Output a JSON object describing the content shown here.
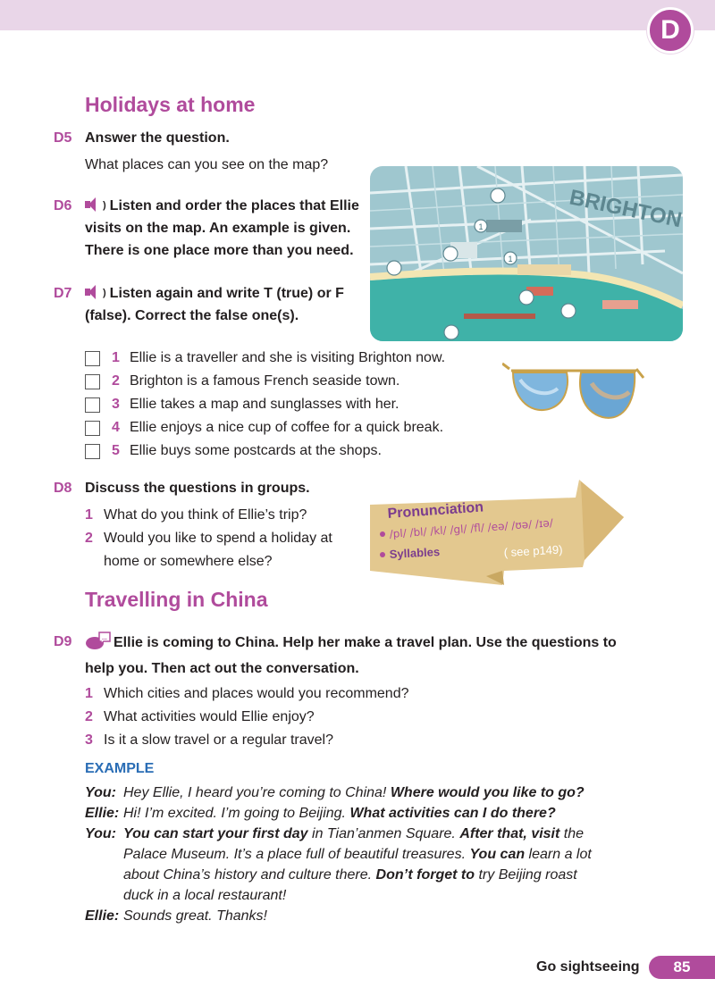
{
  "header": {
    "badge": "D"
  },
  "section1": {
    "title": "Holidays at home"
  },
  "d5": {
    "id": "D5",
    "instruction": "Answer the question.",
    "question": "What places can you see on the map?"
  },
  "d6": {
    "id": "D6",
    "line1": "Listen and order the places that Ellie",
    "line2": "visits on the map. An example is given.",
    "line3": "There is one place more than you need."
  },
  "d7": {
    "id": "D7",
    "line1": "Listen again and write T (true) or F",
    "line2": "(false). Correct the false one(s).",
    "statements": [
      {
        "n": "1",
        "text": "Ellie is a traveller and she is visiting Brighton now."
      },
      {
        "n": "2",
        "text": "Brighton is a famous French seaside town."
      },
      {
        "n": "3",
        "text": "Ellie takes a map and sunglasses with her."
      },
      {
        "n": "4",
        "text": "Ellie enjoys a nice cup of coffee for a quick break."
      },
      {
        "n": "5",
        "text": "Ellie buys some postcards at the shops."
      }
    ]
  },
  "map": {
    "label": "BRIGHTON",
    "marker": "1"
  },
  "d8": {
    "id": "D8",
    "instruction": "Discuss the questions in groups.",
    "q1": "What do you think of Ellie’s trip?",
    "q2a": "Would you like to spend a holiday at",
    "q2b": "home or somewhere else?"
  },
  "pronunciation": {
    "title": "Pronunciation",
    "sounds": "/pl/ /bl/ /kl/ /gl/ /fl/ /eə/ /ʊə/ /ɪə/",
    "syllables": "Syllables",
    "see": "( see p149)"
  },
  "section2": {
    "title": "Travelling in China"
  },
  "d9": {
    "id": "D9",
    "line1": "Ellie is coming to China. Help her make a travel plan. Use the questions to",
    "line2": "help you. Then act out the conversation.",
    "questions": [
      {
        "n": "1",
        "text": "Which cities and places would you recommend?"
      },
      {
        "n": "2",
        "text": "What activities would Ellie enjoy?"
      },
      {
        "n": "3",
        "text": "Is it a slow travel or a regular travel?"
      }
    ]
  },
  "example": {
    "label": "EXAMPLE",
    "you1_who": "You:",
    "you1_a": "Hey Ellie, I heard you’re coming to China! ",
    "you1_b": "Where would you like to go?",
    "ellie1_who": "Ellie:",
    "ellie1_a": "Hi! I’m excited. I’m going to Beijing. ",
    "ellie1_b": "What activities can I do there?",
    "you2_who": "You:",
    "you2_a": "You can start your first day",
    "you2_b": " in Tian’anmen Square. ",
    "you2_c": "After that, visit",
    "you2_d": " the",
    "you2_e": "Palace Museum. It’s a place full of beautiful treasures. ",
    "you2_f": "You can",
    "you2_g": " learn a lot",
    "you2_h": "about China’s history and culture there. ",
    "you2_i": "Don’t forget to",
    "you2_j": " try Beijing roast",
    "you2_k": "duck in a local restaurant!",
    "ellie2_who": "Ellie:",
    "ellie2_a": "Sounds great. Thanks!"
  },
  "footer": {
    "unit": "Go sightseeing",
    "page": "85"
  }
}
